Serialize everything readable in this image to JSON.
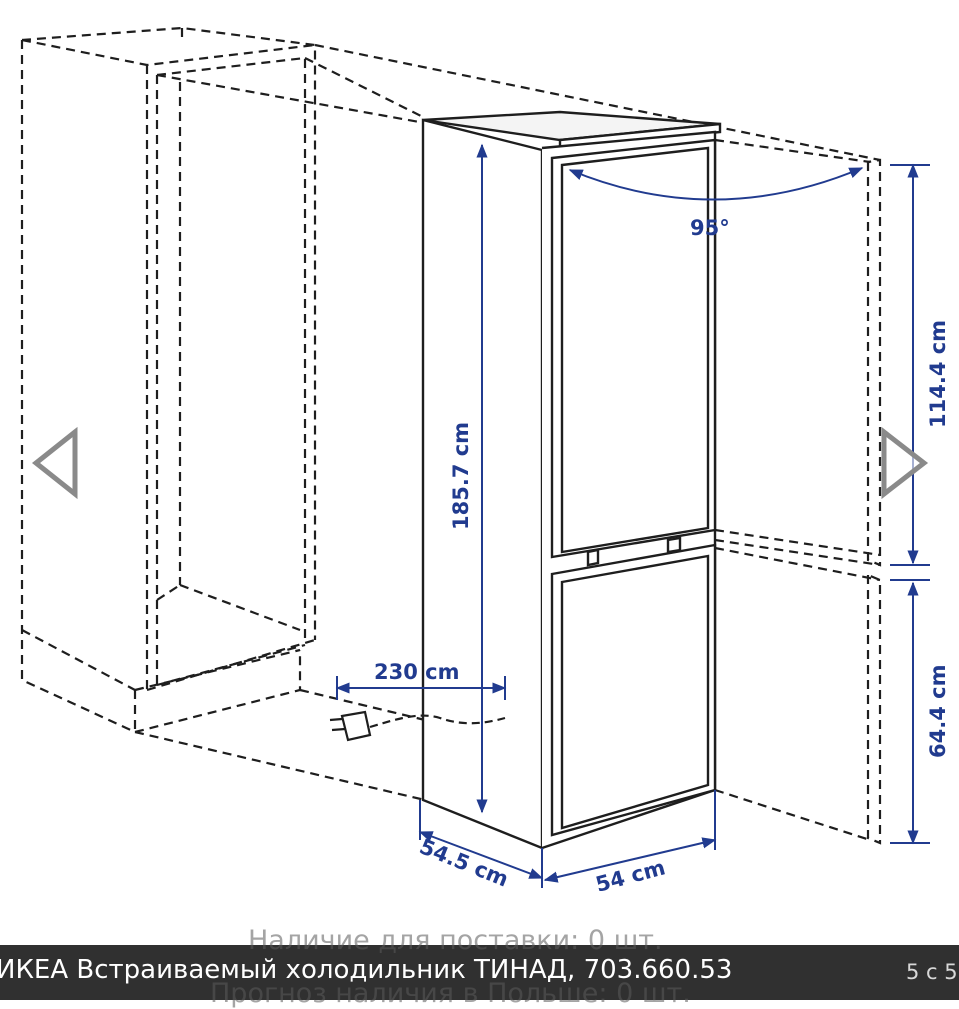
{
  "image": {
    "door_angle": "95°",
    "height_total": "185.7 cm",
    "height_fridge": "114.4 cm",
    "height_freezer": "64.4 cm",
    "cord_length": "230 cm",
    "depth": "54.5 cm",
    "width": "54 cm",
    "line_color": "#1e1e1e",
    "dimension_color": "#213b8f"
  },
  "nav": {
    "prev_icon": "chevron-left-icon",
    "next_icon": "chevron-right-icon",
    "arrow_color": "#8a8a8a"
  },
  "caption": {
    "title": "ИКЕА Встраиваемый холодильник ТИНАД, 703.660.53",
    "counter": "5 с 5",
    "background_text_1": "Наличие для поставки: 0 шт.",
    "background_text_2": "Прогноз наличия в Польше: 0 шт."
  }
}
